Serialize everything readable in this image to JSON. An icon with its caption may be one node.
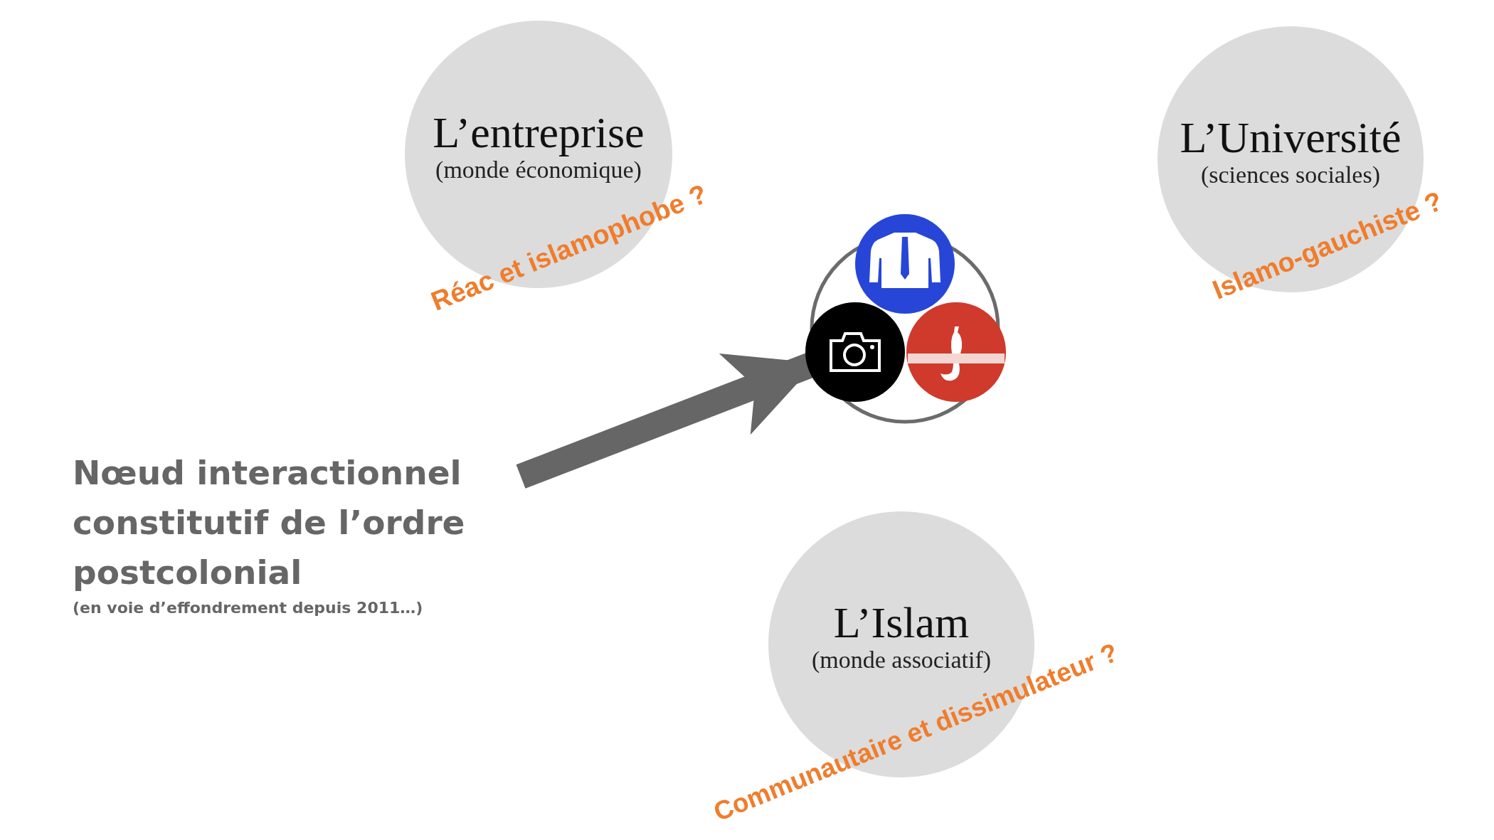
{
  "diagram": {
    "nodes": [
      {
        "text": [
          "L’entreprise",
          "(monde économique)",
          "Réac et islamophobe ?"
        ]
      },
      {
        "text": [
          "L’Université",
          "(sciences sociales)",
          "Islamo-gauchiste ?"
        ]
      },
      {
        "text": [],
        "shape": "circle"
      },
      {
        "text": [
          "Nœud interactionnel constitutif de l’ordre postcolonial",
          "(en voie d’effondrement depuis 2011…)"
        ]
      },
      {
        "text": [
          "L’Islam",
          "(monde associatif)",
          "Communautaire et dissimulateur ?"
        ]
      }
    ],
    "edges": [
      {
        "from": 3,
        "to": 2,
        "arrow": "to"
      }
    ]
  }
}
